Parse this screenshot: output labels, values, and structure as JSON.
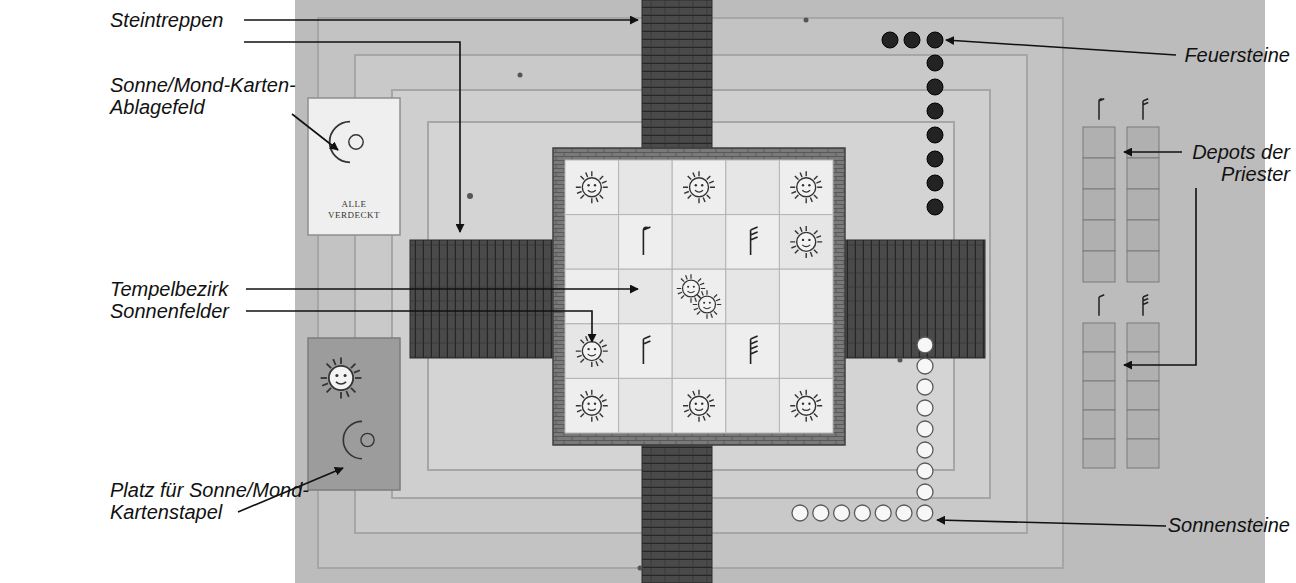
{
  "diagram": {
    "nodes": [
      {
        "text": [
          "ALLE VERDECKT"
        ]
      }
    ],
    "labels": [
      "Steintreppen",
      "Feuersteine",
      "Sonne/Mond-Karten- Ablagefeld",
      "Depots der Priester",
      "Tempelbezirk",
      "Sonnenfelder",
      "Platz für Sonne/Mond- Kartenstapel",
      "Sonnensteine"
    ]
  }
}
